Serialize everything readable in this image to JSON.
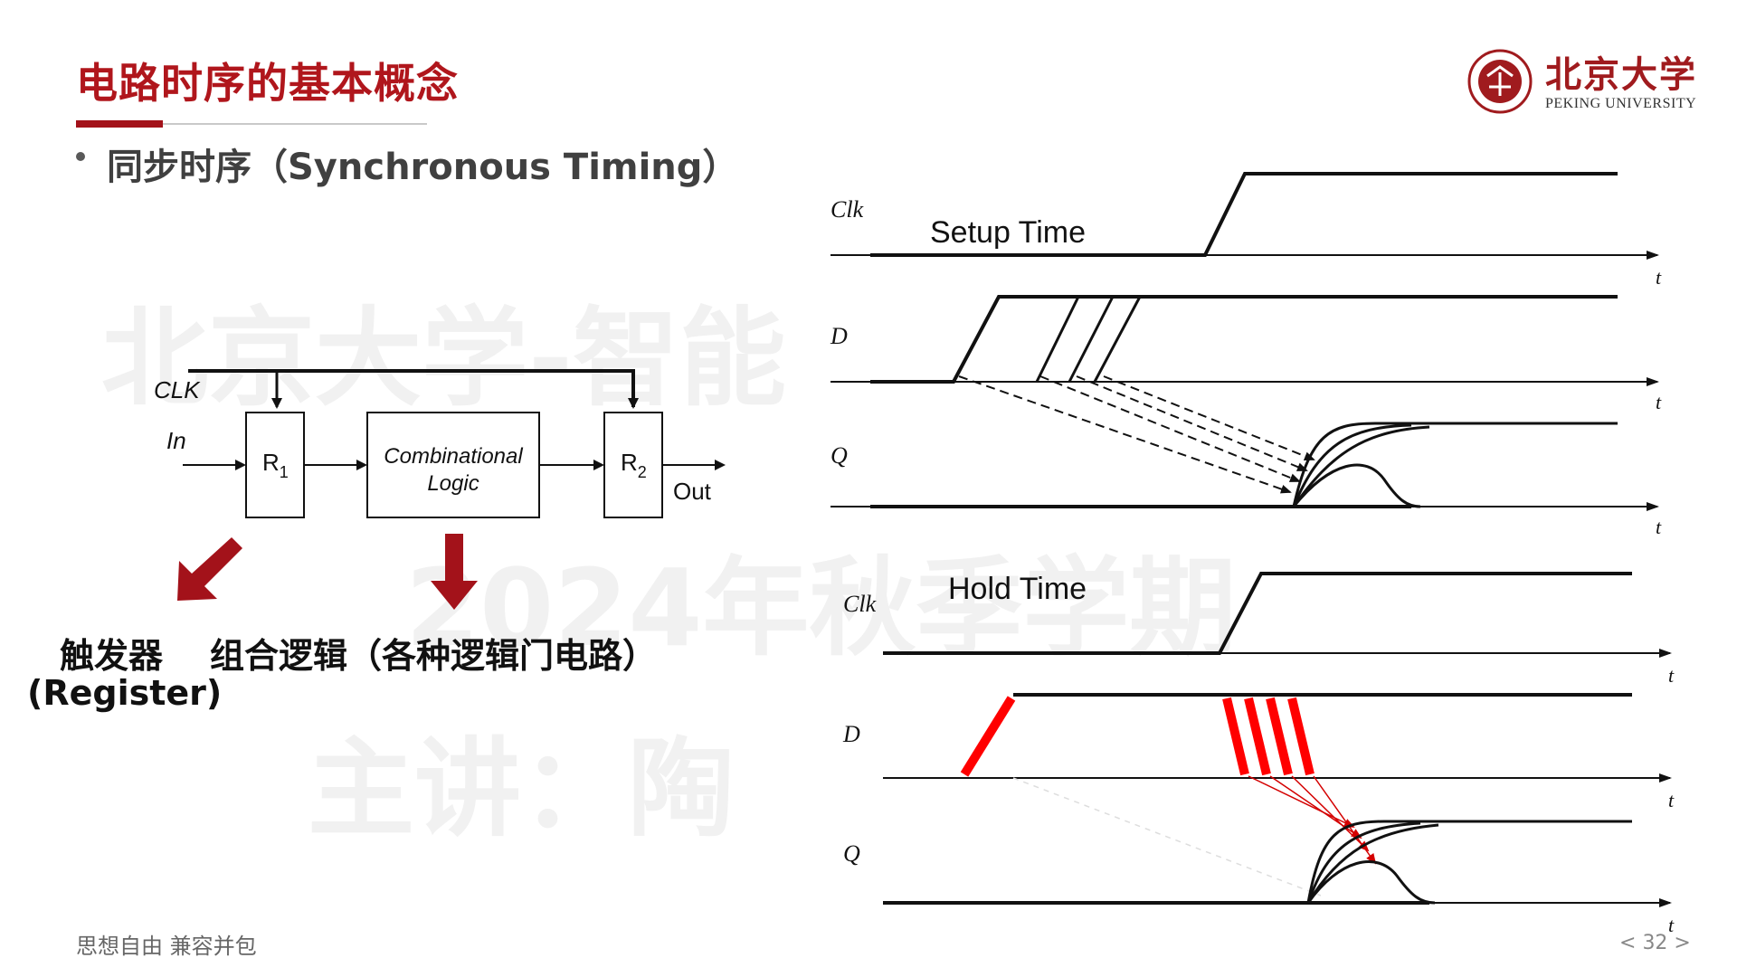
{
  "slide": {
    "title": "电路时序的基本概念",
    "bullet": "同步时序（Synchronous Timing）"
  },
  "logo": {
    "name_cn": "北京大学",
    "name_en": "PEKING UNIVERSITY"
  },
  "watermark": {
    "line1": "北京大学-智能",
    "line2": "2024年秋季学期",
    "line3": "主讲：陶"
  },
  "circuit": {
    "clk_label": "CLK",
    "in_label": "In",
    "out_label": "Out",
    "r1_label": "R",
    "r1_sub": "1",
    "r2_label": "R",
    "r2_sub": "2",
    "logic_line1": "Combinational",
    "logic_line2": "Logic"
  },
  "annotations": {
    "register_cn": "触发器",
    "register_en": "(Register)",
    "logic_cn": "组合逻辑（各种逻辑门电路）"
  },
  "timing_setup": {
    "caption": "Setup Time",
    "signals": [
      "Clk",
      "D",
      "Q"
    ],
    "time_label": "t"
  },
  "timing_hold": {
    "caption": "Hold Time",
    "signals": [
      "Clk",
      "D",
      "Q"
    ],
    "time_label": "t"
  },
  "footer": {
    "motto": "思想自由 兼容并包",
    "page": "32"
  },
  "colors": {
    "brand_red": "#b0161c",
    "highlight_red": "#ff0000",
    "arrow_red": "#a3121a"
  }
}
